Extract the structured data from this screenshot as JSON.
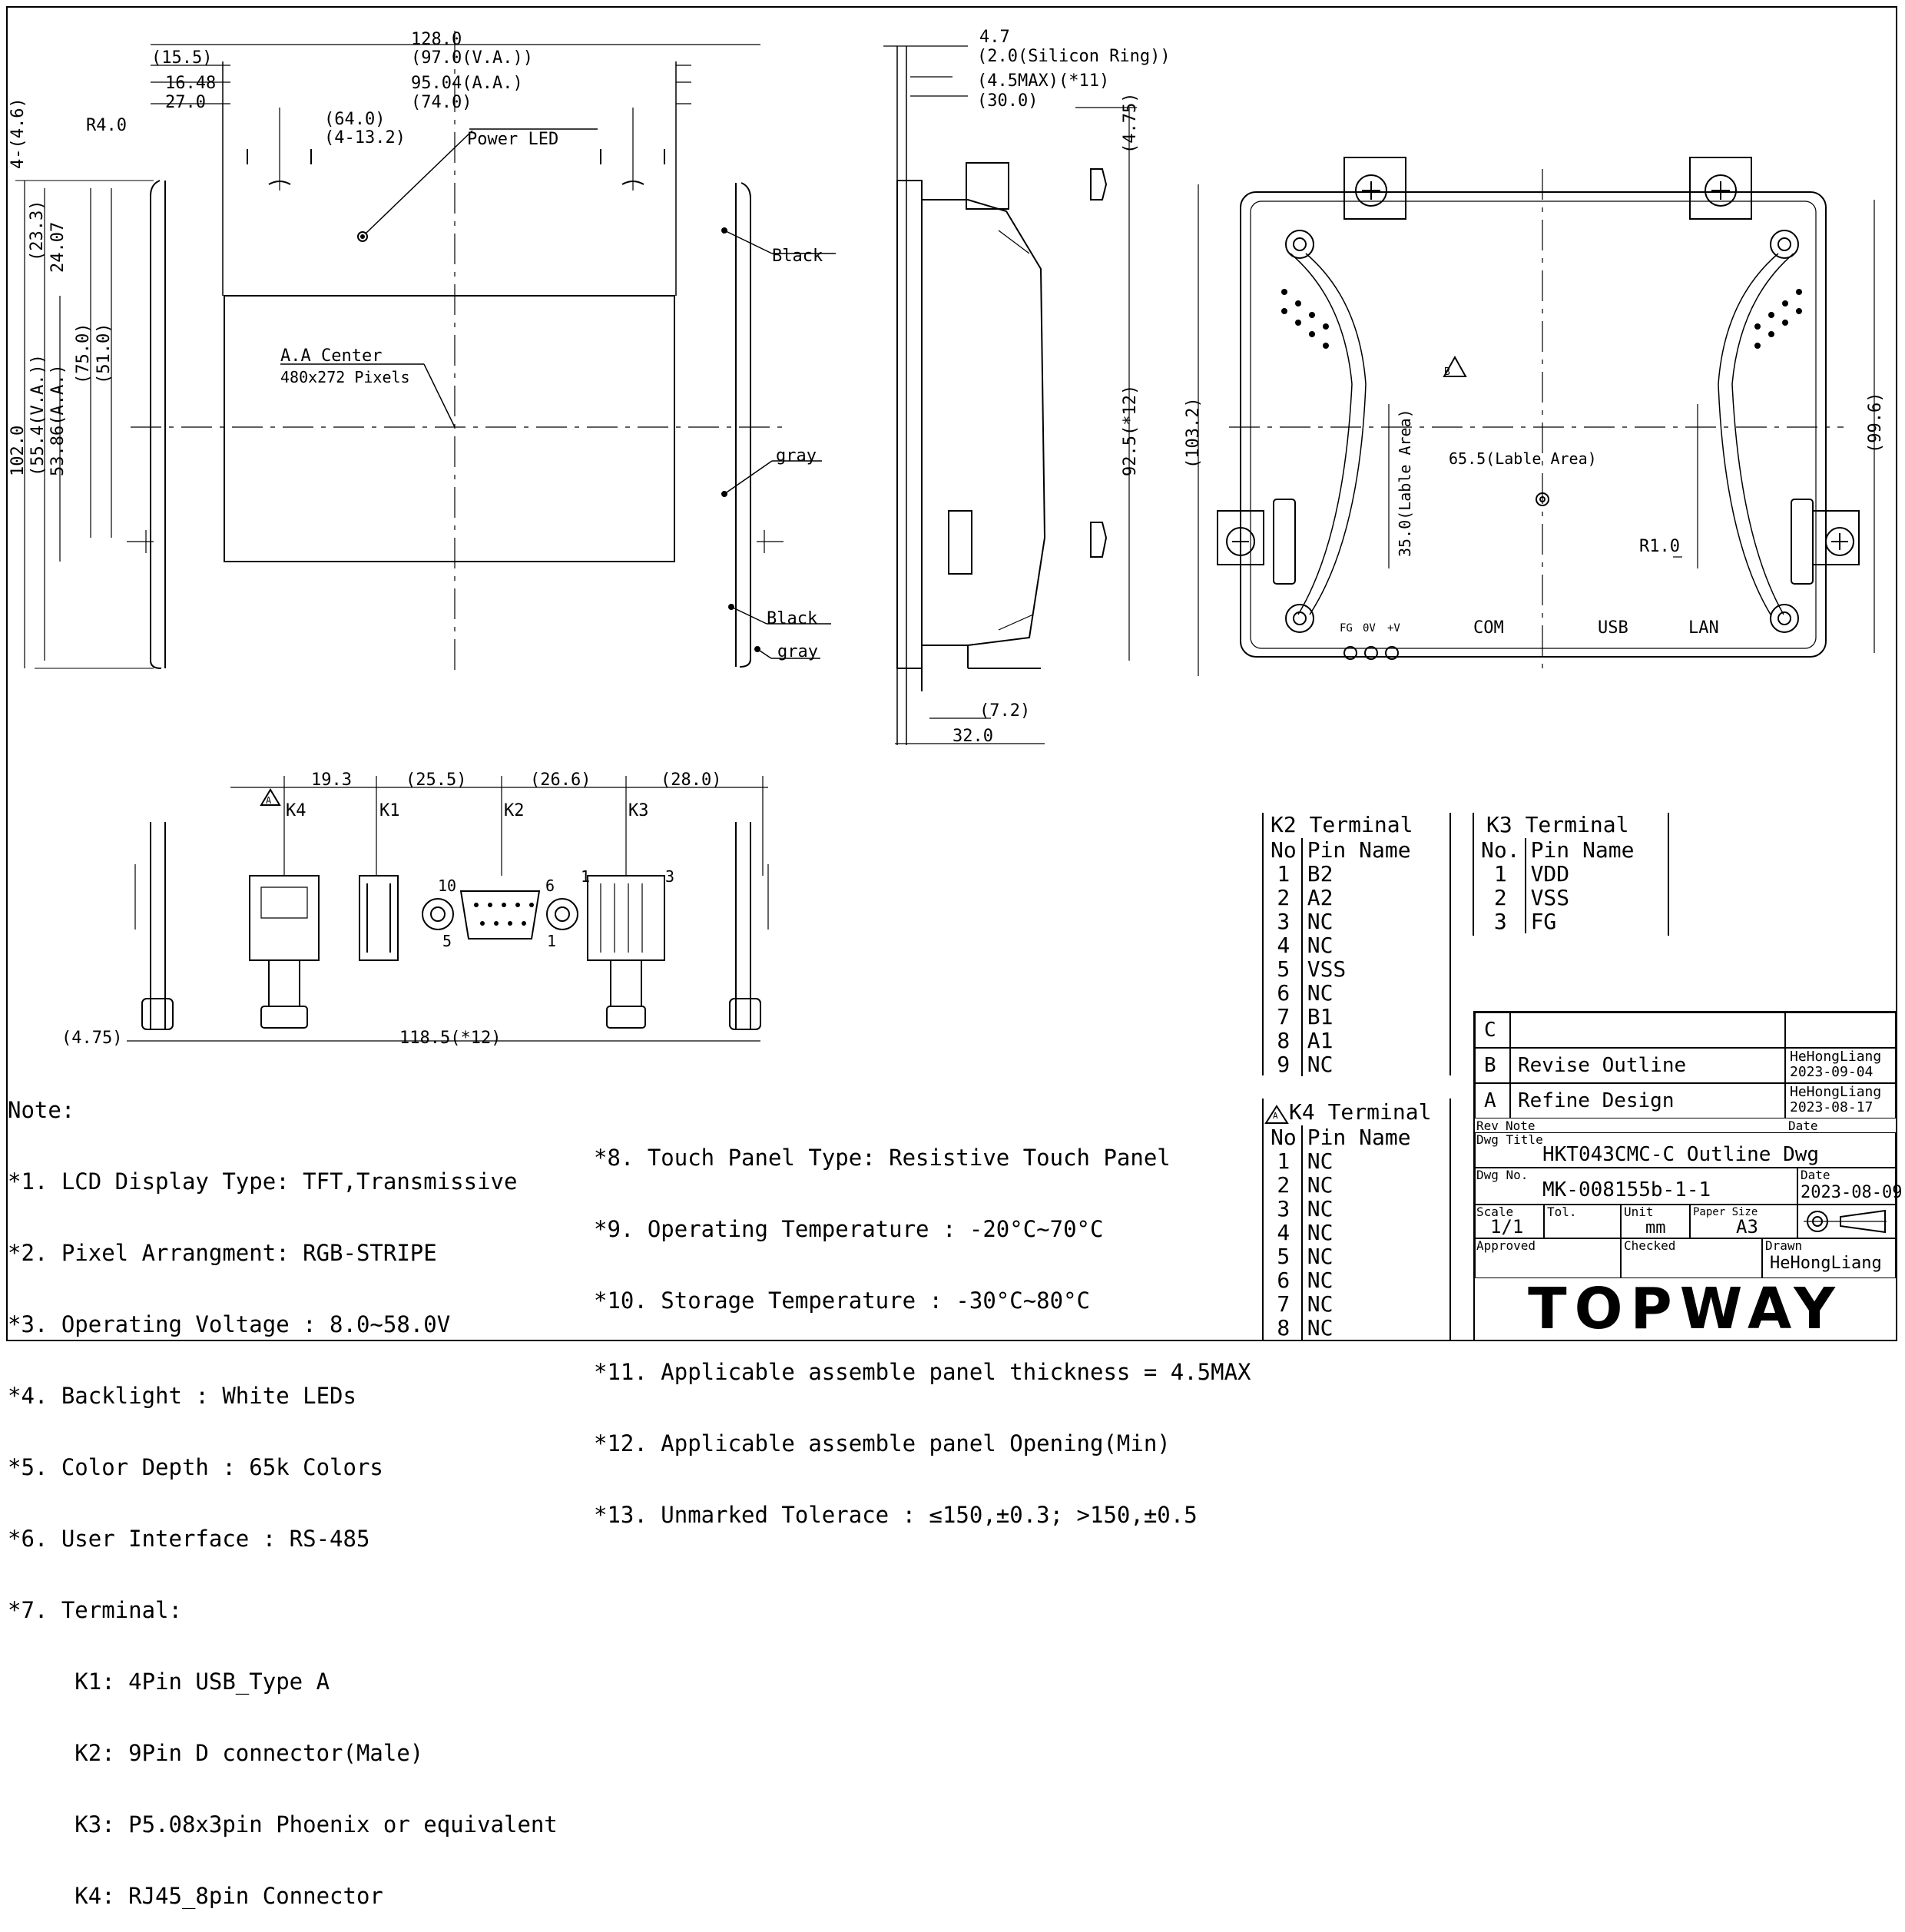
{
  "front_view": {
    "dims": {
      "width_overall": "128.0",
      "width_va": "(97.0(V.A.))",
      "width_aa": "95.04(A.A.)",
      "width_74": "(74.0)",
      "d_15_5": "(15.5)",
      "d_16_48": "16.48",
      "d_27_0": "27.0",
      "holes": "(64.0)",
      "holes_count": "(4-13.2)",
      "d_4_6": "4-(4.6)",
      "radius": "R4.0",
      "h_23_3": "(23.3)",
      "h_24_07": "24.07",
      "h_75_0": "(75.0)",
      "h_51_0": "(51.0)",
      "h_102": "102.0",
      "h_55_4": "(55.4(V.A.))",
      "h_53_86": "53.86(A.A.)"
    },
    "labels": {
      "power_led": "Power LED",
      "aa_center": "A.A Center",
      "pixels": "480x272 Pixels",
      "black_top": "Black",
      "gray_mid": "gray",
      "black_bottom": "Black",
      "gray_bottom": "gray"
    }
  },
  "side_view": {
    "dims": {
      "d_4_7": "4.7",
      "silicon": "(2.0(Silicon Ring))",
      "max_panel": "(4.5MAX)(*11)",
      "d_30": "(30.0)",
      "d_4_75": "(4.75)",
      "d_92_5": "92.5(*12)",
      "d_7_2": "(7.2)",
      "d_32": "32.0"
    }
  },
  "rear_view": {
    "dims": {
      "height": "(103.2)",
      "height_right": "(99.6)",
      "label_w": "65.5(Lable Area)",
      "label_h": "35.0(Lable Area)",
      "radius": "R1.0"
    },
    "connectors": {
      "fg": "FG",
      "ov": "0V",
      "pv": "+V",
      "com": "COM",
      "usb": "USB",
      "lan": "LAN"
    },
    "mark": "B"
  },
  "bottom_view": {
    "dims": {
      "d_19_3": "19.3",
      "d_25_5": "(25.5)",
      "d_26_6": "(26.6)",
      "d_28_0": "(28.0)",
      "d_4_75": "(4.75)",
      "d_118_5": "118.5(*12)"
    },
    "connectors": {
      "k4": "K4",
      "k1": "K1",
      "k2": "K2",
      "k3": "K3",
      "dsub_10": "10",
      "dsub_6": "6",
      "dsub_5": "5",
      "dsub_1": "1",
      "phx_1": "1",
      "phx_3": "3"
    },
    "mark": "A"
  },
  "notes": {
    "heading": "Note:",
    "left": [
      "*1. LCD Display Type: TFT,Transmissive",
      "*2. Pixel Arrangment: RGB-STRIPE",
      "*3. Operating Voltage : 8.0~58.0V",
      "*4. Backlight : White LEDs",
      "*5. Color Depth : 65k Colors",
      "*6. User Interface : RS-485",
      "*7. Terminal:",
      "     K1: 4Pin USB_Type A",
      "     K2: 9Pin D connector(Male)",
      "     K3: P5.08x3pin Phoenix or equivalent",
      "     K4: RJ45_8pin Connector"
    ],
    "right": [
      "*8. Touch Panel Type: Resistive Touch Panel",
      "*9. Operating Temperature : -20°C~70°C",
      "*10. Storage Temperature : -30°C~80°C",
      "*11. Applicable assemble panel thickness = 4.5MAX",
      "*12. Applicable assemble panel Opening(Min)",
      "*13. Unmarked Tolerace : ≤150,±0.3; >150,±0.5"
    ]
  },
  "k2_terminal": {
    "title": "K2 Terminal",
    "col_no": "No",
    "col_name": "Pin Name",
    "rows": [
      {
        "no": "1",
        "name": "B2"
      },
      {
        "no": "2",
        "name": "A2"
      },
      {
        "no": "3",
        "name": "NC"
      },
      {
        "no": "4",
        "name": "NC"
      },
      {
        "no": "5",
        "name": "VSS"
      },
      {
        "no": "6",
        "name": "NC"
      },
      {
        "no": "7",
        "name": "B1"
      },
      {
        "no": "8",
        "name": "A1"
      },
      {
        "no": "9",
        "name": "NC"
      }
    ]
  },
  "k3_terminal": {
    "title": "K3 Terminal",
    "col_no": "No.",
    "col_name": "Pin Name",
    "rows": [
      {
        "no": "1",
        "name": "VDD"
      },
      {
        "no": "2",
        "name": "VSS"
      },
      {
        "no": "3",
        "name": "FG"
      }
    ]
  },
  "k4_terminal": {
    "mark": "A",
    "title": "K4 Terminal",
    "col_no": "No",
    "col_name": "Pin Name",
    "rows": [
      {
        "no": "1",
        "name": "NC"
      },
      {
        "no": "2",
        "name": "NC"
      },
      {
        "no": "3",
        "name": "NC"
      },
      {
        "no": "4",
        "name": "NC"
      },
      {
        "no": "5",
        "name": "NC"
      },
      {
        "no": "6",
        "name": "NC"
      },
      {
        "no": "7",
        "name": "NC"
      },
      {
        "no": "8",
        "name": "NC"
      }
    ]
  },
  "title_block": {
    "rev_c": "C",
    "rev_b": "B",
    "rev_b_note": "Revise Outline",
    "rev_b_by": "HeHongLiang",
    "rev_b_date": "2023-09-04",
    "rev_a": "A",
    "rev_a_note": "Refine Design",
    "rev_a_by": "HeHongLiang",
    "rev_a_date": "2023-08-17",
    "rev_label": "Rev",
    "note_label": "Note",
    "date_label": "Date",
    "dwg_title_label": "Dwg Title",
    "dwg_title": "HKT043CMC-C Outline Dwg",
    "dwg_no_label": "Dwg No.",
    "dwg_no": "MK-008155b-1-1",
    "date_label2": "Date",
    "date": "2023-08-09",
    "scale_label": "Scale",
    "scale": "1/1",
    "tol_label": "Tol.",
    "unit_label": "Unit",
    "unit": "mm",
    "paper_label": "Paper Size",
    "paper": "A3",
    "approved_label": "Approved",
    "checked_label": "Checked",
    "drawn_label": "Drawn",
    "drawn": "HeHongLiang",
    "logo": "TOPWAY"
  }
}
